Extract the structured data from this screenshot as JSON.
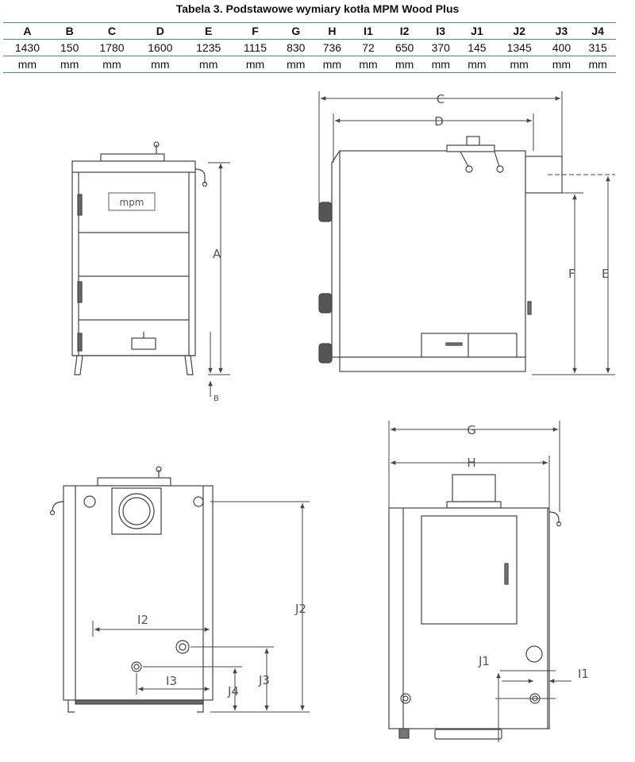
{
  "caption": "Tabela 3. Podstawowe wymiary kotła MPM Wood Plus",
  "table": {
    "headers": [
      "A",
      "B",
      "C",
      "D",
      "E",
      "F",
      "G",
      "H",
      "I1",
      "I2",
      "I3",
      "J1",
      "J2",
      "J3",
      "J4"
    ],
    "values": [
      "1430",
      "150",
      "1780",
      "1600",
      "1235",
      "1115",
      "830",
      "736",
      "72",
      "650",
      "370",
      "145",
      "1345",
      "400",
      "315"
    ],
    "units": [
      "mm",
      "mm",
      "mm",
      "mm",
      "mm",
      "mm",
      "mm",
      "mm",
      "mm",
      "mm",
      "mm",
      "mm",
      "mm",
      "mm",
      "mm"
    ]
  },
  "drawings": {
    "front": {
      "label_a": "A",
      "label_b": "B",
      "logo_text": "mpm"
    },
    "side": {
      "label_c": "C",
      "label_d": "D",
      "label_e": "E",
      "label_f": "F"
    },
    "rear": {
      "label_i2": "I2",
      "label_i3": "I3",
      "label_j2": "J2",
      "label_j3": "J3",
      "label_j4": "J4"
    },
    "top": {
      "label_g": "G",
      "label_h": "H",
      "label_j1": "J1",
      "label_i1": "I1"
    }
  }
}
